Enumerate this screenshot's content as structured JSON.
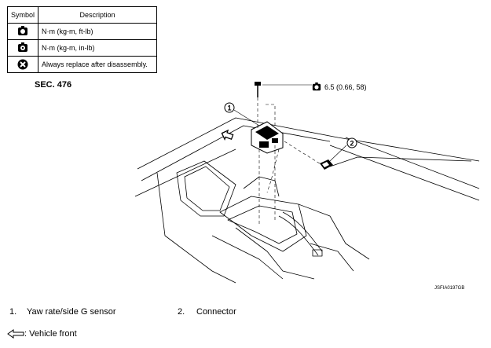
{
  "legend": {
    "header_symbol": "Symbol",
    "header_description": "Description",
    "rows": [
      {
        "icon": "torque-wrench-nm-kgm-ftlb-icon",
        "text": "N·m (kg-m, ft-lb)"
      },
      {
        "icon": "torque-wrench-nm-kgm-inlb-icon",
        "text": "N·m (kg-m, in-lb)"
      },
      {
        "icon": "always-replace-icon",
        "text": "Always replace after disassembly."
      }
    ]
  },
  "section": "SEC. 476",
  "torque_spec": "6.5 (0.66, 58)",
  "callouts": [
    "1",
    "2"
  ],
  "figure_code": "JSFIA0197GB",
  "parts": [
    {
      "num": "1.",
      "label": "Yaw rate/side G sensor"
    },
    {
      "num": "2.",
      "label": "Connector"
    }
  ],
  "front_label": ": Vehicle front"
}
